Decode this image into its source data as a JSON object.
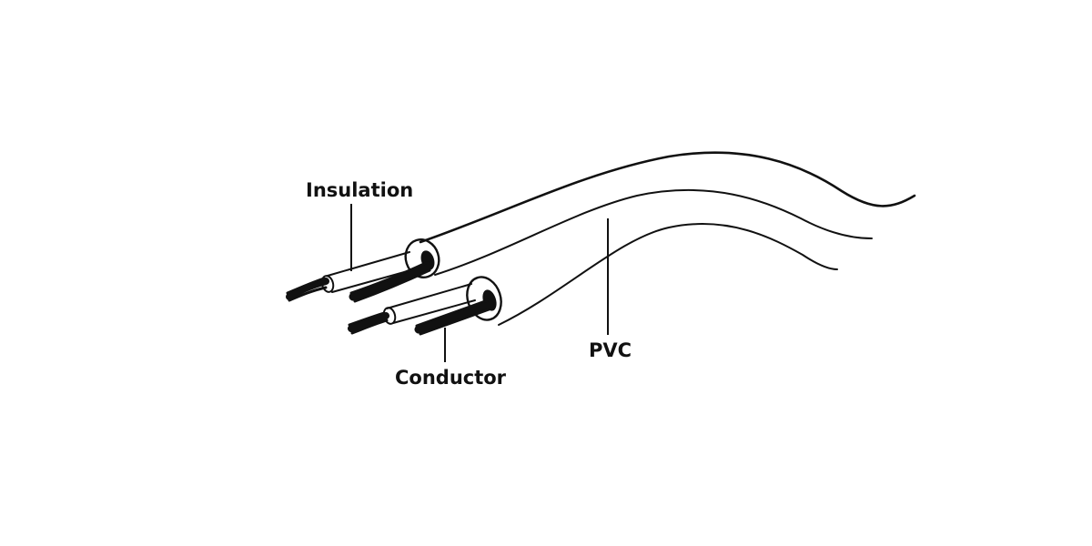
{
  "labels": {
    "insulation": "Insulation",
    "conductor": "Conductor",
    "pvc": "PVC"
  },
  "colors": {
    "background": "#ffffff",
    "line": "#111111",
    "conductor_fill": "#111111",
    "insulation_fill": "#ffffff"
  }
}
